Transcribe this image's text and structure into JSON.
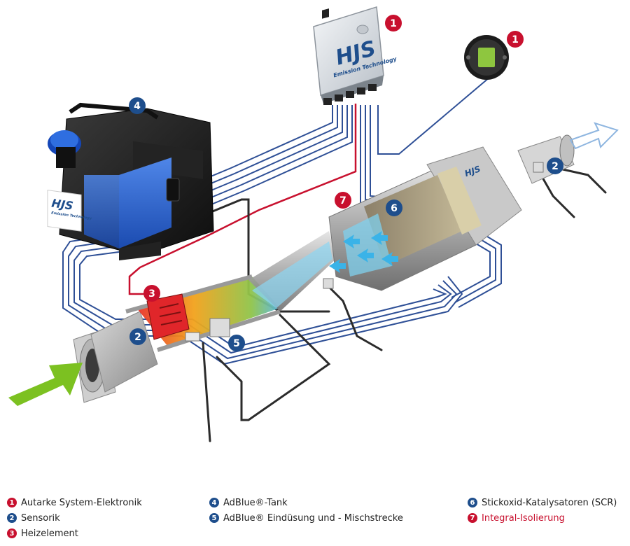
{
  "colors": {
    "badge_red": "#c8102e",
    "badge_blue": "#1e4e8c",
    "wire_blue": "#2e4f96",
    "wire_red": "#c8102e",
    "inflow_arrow": "#7cc121",
    "outflow_arrow": "#8fb6e0"
  },
  "ecu": {
    "logo": "HJS",
    "subtitle": "Emission Technology",
    "badge": "1"
  },
  "display_badge": "1",
  "tank": {
    "logo": "HJS",
    "subtitle": "Emission Technology",
    "badge": "4"
  },
  "canister": {
    "logo": "HJS"
  },
  "callouts": {
    "integral_isolation": "7",
    "scr": "6",
    "sensor_outlet": "2",
    "heater": "3",
    "sensor_inlet": "2",
    "dosing": "5"
  },
  "legend": [
    {
      "num": "1",
      "label": "Autarke System-Elektronik",
      "color": "red"
    },
    {
      "num": "2",
      "label": "Sensorik",
      "color": "blue"
    },
    {
      "num": "3",
      "label": "Heizelement",
      "color": "red"
    },
    {
      "num": "4",
      "label": "AdBlue®-Tank",
      "color": "blue"
    },
    {
      "num": "5",
      "label": "AdBlue® Eindüsung und - Mischstrecke",
      "color": "blue"
    },
    {
      "num": "6",
      "label": "Stickoxid-Katalysatoren (SCR)",
      "color": "blue"
    },
    {
      "num": "7",
      "label": "Integral-Isolierung",
      "color": "red"
    }
  ]
}
